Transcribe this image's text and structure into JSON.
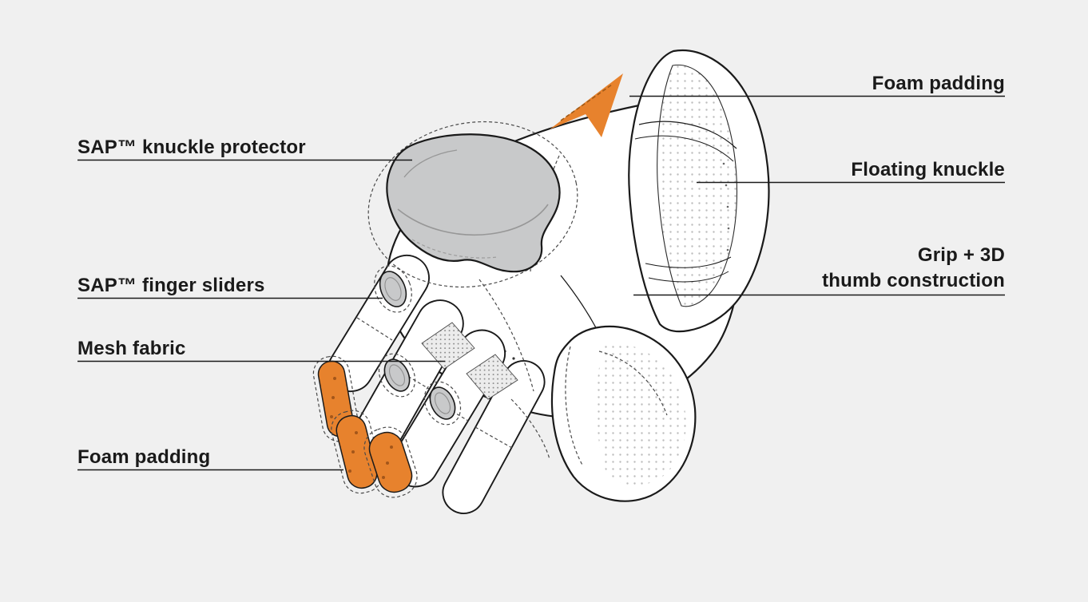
{
  "diagram": {
    "labels": {
      "left": [
        {
          "text": "SAP™ knuckle protector"
        },
        {
          "text": "SAP™ finger sliders"
        },
        {
          "text": "Mesh fabric"
        },
        {
          "text": "Foam padding"
        }
      ],
      "right": [
        {
          "text": "Foam padding"
        },
        {
          "text": "Floating knuckle"
        },
        {
          "text": "Grip + 3D\nthumb construction"
        }
      ]
    },
    "colors": {
      "bg": "#f0f0f0",
      "line_color": "#1a1a1a",
      "accent_orange": "#e7822d",
      "protector_gray": "#c8c9ca"
    }
  }
}
